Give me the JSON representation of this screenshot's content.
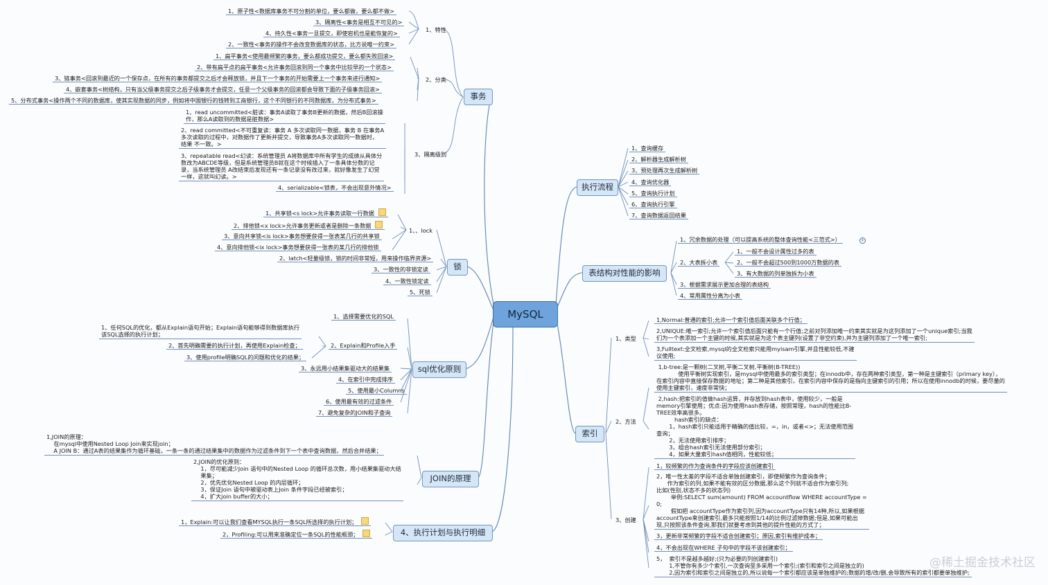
{
  "root": "MySQL",
  "topics": {
    "transaction": "事务",
    "lock": "锁",
    "sql": "sql优化原则",
    "join": "JOIN的原理",
    "plan": "4、执行计划与执行明细",
    "flow": "执行流程",
    "table": "表结构对性能的影响",
    "index": "索引"
  },
  "transaction": {
    "feature_label": "1、特性",
    "features": [
      "1、原子性<数据库事务不可分割的单位，要么都做，要么都不做>",
      "3、隔离性<事务是相互不可见的>",
      "4、持久性<事务一旦提交，即使宕机也是能恢复的>",
      "2、一致性<事务的操作不会改变数据库的状态，比方说唯一约束>"
    ],
    "class_label": "2、分类",
    "classes": [
      "1、扁平事务<使用最频繁的事务，要么都成功提交，要么都失败回滚>",
      "2、带有扁平点的扁平事务<允许事务回滚到同一个事务中比较早的一个状态>",
      "3、链事务<回滚到最近的一个保存点，在所有的事务都提交之后才会释放锁，并且下一个事务的开始需要上一个事务来进行通知>",
      "4、嵌套事务<树结构，只有当父级事务提交之后子级事务才会提交，任意一个父级事务的回滚都会导致下面的子级事务回滚>",
      "5、分布式事务<操作两个不同的数据库，使其实现数据的同步，例如将中国银行的钱转到工商银行，这个不同银行的不同数据库，为分布式事务>"
    ],
    "iso_label": "3、隔离级别",
    "iso": [
      "1、read uncommitted<脏读：事务A读取了事务B更新的数据，然后B回滚操\n作，那么A读取到的数据是脏数据>",
      "2、read committed<不可重复读：事务 A 多次读取同一数据，事务 B 在事务A\n多次读取的过程中，对数据作了更新并提交，导致事务A多次读取同一数据时，\n结果 不一致。>",
      "3、repeatable read<幻读：系统管理员 A将数据库中所有学生的成绩从具体分\n数改为ABCDE等级，但是系统管理员B就在这个时候插入了一条具体分数的记\n录，当系统管理员 A改结束后发现还有一条记录没有改过来，就好像发生了幻觉\n一样，这就叫幻读。>",
      "4、serializable<锁表，不会出现意外情况>"
    ]
  },
  "lock": {
    "lock_label": "1、、lock",
    "lock_items": [
      "1、共享锁<s lock>允许事务读取一行数据",
      "2、排他锁<x lock>允许事务更新或者是删除一条数据",
      "3、意向共享锁<is lock>事务想要获得一张表某几行的共享锁",
      "4、意向排他锁<ix lock>事务想要获得一张表的某几行的排他锁"
    ],
    "others": [
      "2、latch<轻量级锁，锁的时间非常短，用来操作临界资源>",
      "3、一致性的非锁定读",
      "4、一致性锁定读",
      "5、死锁"
    ]
  },
  "sql": {
    "items": [
      "1、选择需要优化的SQL",
      "2、Explain和Profile入手",
      "3、永远用小结果集驱动大的结果集",
      "4、在索引中完成排序",
      "5、使用最小Columns",
      "6、使用最有效的过滤条件",
      "7、避免复杂的JOIN和子查询"
    ],
    "explain_children": [
      "1、任何SQL的优化，都从Explain语句开始；Explain语句能够得到数据库执行\n该SQL选择的执行计划；",
      "2、首先明确需要的执行计划，再使用Explain检查；",
      "3、使用profile明确SQL的问题和优化的结果；"
    ]
  },
  "join": {
    "principle": "1,JOIN的原理：\n    在mysql中使用Nested Loop Join来实现join；\n    A JOIN B：通过A表的结果集作为循环基础，一条一条的通过结果集中的数据作为过滤条件到下一个表中查询数据，然后合并结果；",
    "optimize": "2,JOIN的优化原则：\n    1，尽可能减少Join 语句中的Nested Loop 的循环总次数，用小结果集驱动大结\n    果集；\n    2，优先优化Nested Loop 的内层循环；\n    3，保证Join 语句中被驱动表上Join 条件字段已经被索引；\n    4，扩大join buffer的大小；"
  },
  "plan": {
    "items": [
      "1，Explain:可以让我们查看MYSQL执行一条SQL所选择的执行计划；",
      "2，Profiling:可以用来准确定位一条SQL的性能瓶颈；"
    ]
  },
  "flow": {
    "items": [
      "1、查询缓存",
      "2、解析器生成解析树",
      "3、预处理再次生成解析树",
      "4、查询优化器",
      "5、查询执行计划",
      "6、查询执行引擎",
      "7、查询数据返回结果"
    ]
  },
  "table": {
    "item1": "1、冗余数据的处理（可以提高系统的整体查询性能<三范式>）",
    "item2": "2、大表拆小表",
    "item2_children": [
      "1、一般不会设计属性过多的表",
      "2、一般不会超过500到1000万数据的表",
      "3、有大数据的列单独拆为小表"
    ],
    "item3": "3、根据需求展示更加合理的表结构",
    "item4": "4、常用属性分离为小表",
    "collapse": "+"
  },
  "index": {
    "type_label": "1、类型",
    "types": [
      "1,Normal:普通的索引;允许一个索引值后面关联多个行值；",
      "2,UNIQUE:唯一索引;允许一个索引值后面只能有一个行值;之前对列添加唯一约束其实就是为这列添加了一个unique索引;当我\n们为一个表添加一个主键的时候,其实就是为这个表主键列(设置了非空约束),并为主键列添加了一个唯一索引;",
      "3,Fulltext:全文检索,mysql的全文检索只能用myisam引擎,并且性能较低,不建\n议使用;"
    ],
    "method_label": "2、方法",
    "methods": [
      " 1,b-tree:是一颗树(二叉树,平衡二叉树,平衡树(B-TREE))\n            使用平衡树实现索引，是mysql中使用最多的索引类型；在innodb中，存在两种索引类型，第一种是主键索引（primary key），\n在索引内容中直接保存数据的地址；第二种是其他索引，在索引内容中保存的是指向主键索引的引用；所以在使用innodb的时候，要尽量的\n使用主键索引，速度非常快；",
      " 2,hash:把索引的值做hash运算，并存放到hash表中，使用较少，一般是\nmemory引擎使用；优点:因为使用hash表存储，按照常理，hash的性能比B-\nTREE效率高很多。\n          hash索引的缺点：\n       1，hash索引只能适用于精确的值比较，=，in，或者<>；无法使用范围\n查询；\n       2，无法使用索引排序；\n       3，组合hash索引无法使用部分索引；\n       4，如果大量索引hash值相同，性能较低；"
    ],
    "create_label": "3、创建",
    "creates": [
      "1，较频繁的作为查询条件的字段应该创建索引",
      "2，唯一性太差的字段不适合单独创建索引，即使频繁作为查询条件；\n      作为索引的列,如果不能有效的区分数据,那么这个列就不适合作为索引列;\n比如(性别,状态不多的状态列)\n        举例:SELECT sum(amount) FROM accountflow WHERE accountType =\n0;\n        假如把 accountType作为索引列,因为accountType只有14种,所以,如果根据\naccountType来创建索引,最多只能按照1/14的比例过滤掉数据;但是,如果可能出\n现,只按照该条件查询,那我们就要考虑到其他的提升性能的方式了；",
      "3，更新非常频繁的字段不适合创建索引；原因,索引有维护成本；",
      "4，不会出现在WHERE 子句中的字段不该创建索引；",
      "5，  索引不是越多越好;(只为必要的列创建索引)\n       1,不管你有多少个索引,一次查询至多采用一个索引;(索引和索引之间是独立的)\n       2,因为索引和索引之间是独立的,所以说每一个索引都应该是单独维护的;数据的增/改/删,会导致所有的索引都要单独维护;"
    ]
  },
  "watermark": "@稀土掘金技术社区",
  "colors": {
    "line": "#6d8fb5",
    "topic_bg": "#d5e6f7",
    "root_bg": "#6fa3dc"
  }
}
